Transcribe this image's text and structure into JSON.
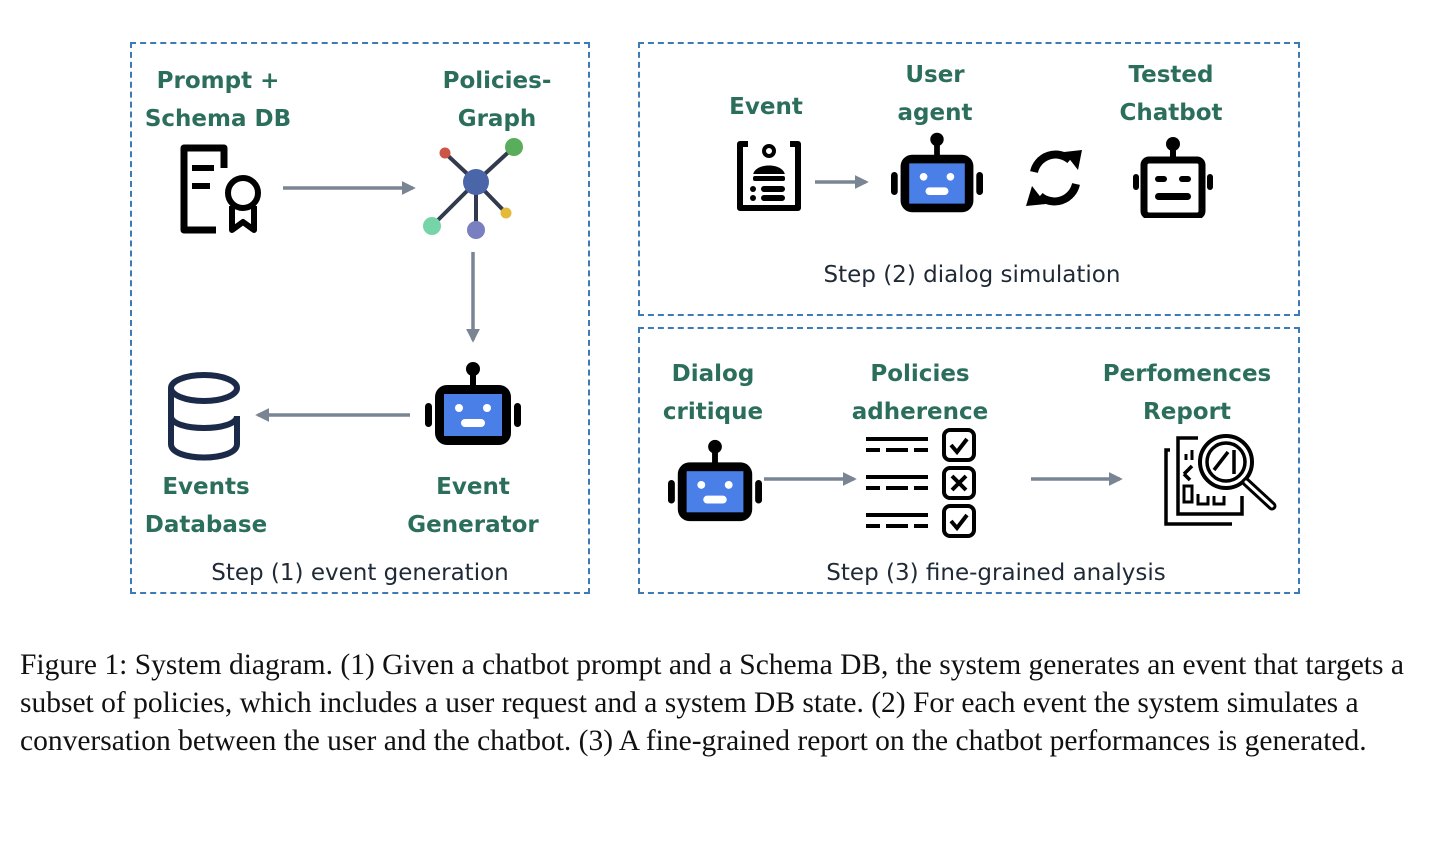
{
  "colors": {
    "panel_border": "#3d7ab8",
    "label_text": "#2c6e5c",
    "step_text": "#1f2a36",
    "arrow": "#7a8594",
    "robot_screen": "#4a7fe8",
    "graph_center": "#4a66a8",
    "graph_node_red": "#cc5544",
    "graph_node_green": "#5aad5a",
    "graph_node_mint": "#77d4a8",
    "graph_node_purple": "#7a7fbf",
    "graph_node_yellow": "#e5b93a"
  },
  "step1": {
    "title": "Step (1) event generation",
    "nodes": {
      "prompt": "Prompt +\nSchema DB",
      "policies_graph": "Policies-\nGraph",
      "event_generator": "Event\nGenerator",
      "events_database": "Events\nDatabase"
    }
  },
  "step2": {
    "title": "Step (2) dialog simulation",
    "nodes": {
      "event": "Event",
      "user_agent": "User\nagent",
      "tested_chatbot": "Tested\nChatbot"
    }
  },
  "step3": {
    "title": "Step (3) fine-grained analysis",
    "nodes": {
      "dialog_critique": "Dialog\ncritique",
      "policies_adherence": "Policies\nadherence",
      "report": "Perfomences\nReport"
    },
    "adherence_checks": [
      "pass",
      "fail",
      "pass"
    ]
  },
  "caption": "Figure 1: System diagram. (1) Given a chatbot prompt and a Schema DB, the system generates an event that targets a subset of policies, which includes a user request and a system DB state. (2) For each event the system simulates a conversation between the user and the chatbot. (3) A fine-grained report on the chatbot performances is generated."
}
